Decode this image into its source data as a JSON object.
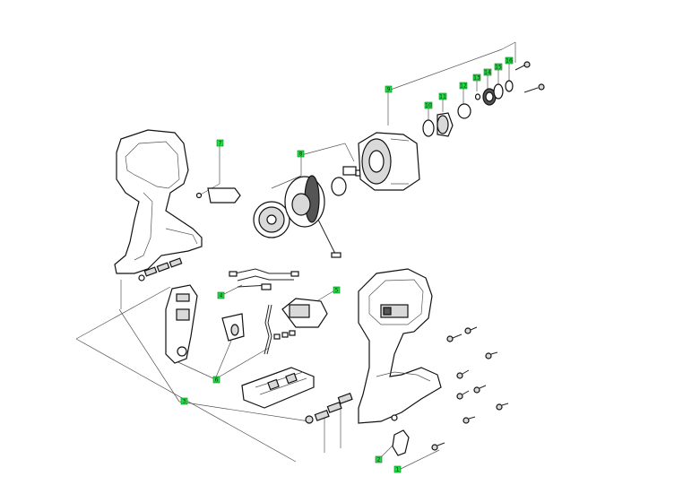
{
  "diagram": {
    "callouts": [
      {
        "id": "c1",
        "label": "1"
      },
      {
        "id": "c2",
        "label": "2"
      },
      {
        "id": "c3",
        "label": "3"
      },
      {
        "id": "c4",
        "label": "4"
      },
      {
        "id": "c5",
        "label": "5"
      },
      {
        "id": "c6",
        "label": "6"
      },
      {
        "id": "c7",
        "label": "7"
      },
      {
        "id": "c8",
        "label": "8"
      },
      {
        "id": "c9",
        "label": "9"
      },
      {
        "id": "c10",
        "label": "10"
      },
      {
        "id": "c11",
        "label": "11"
      },
      {
        "id": "c12",
        "label": "12"
      },
      {
        "id": "c13",
        "label": "13"
      },
      {
        "id": "c14",
        "label": "14"
      },
      {
        "id": "c15",
        "label": "15"
      },
      {
        "id": "c16",
        "label": "16"
      }
    ],
    "callout_color": "#27d84a"
  }
}
